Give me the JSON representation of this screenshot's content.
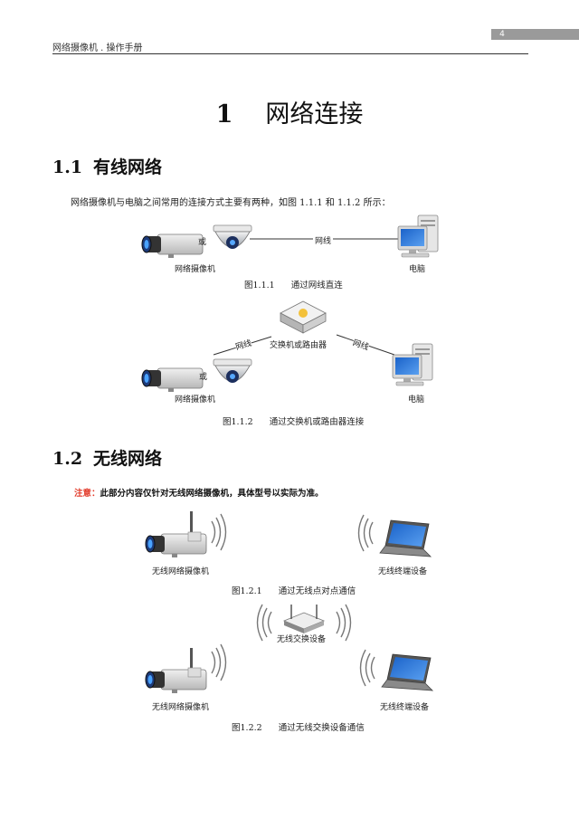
{
  "page_number": "4",
  "header_title": "网络摄像机 . 操作手册",
  "chapter": {
    "num": "1",
    "title": "网络连接"
  },
  "section_1": {
    "num": "1.1",
    "title": "有线网络"
  },
  "intro_text": "网络摄像机与电脑之间常用的连接方式主要有两种，如图 1.1.1 和 1.1.2 所示：",
  "fig111": {
    "or": "或",
    "cable": "网线",
    "camera": "网络摄像机",
    "pc": "电脑",
    "caption_num": "图1.1.1",
    "caption_text": "通过网线直连"
  },
  "fig112": {
    "switch": "交换机或路由器",
    "cable_left": "网线",
    "cable_right": "网线",
    "or": "或",
    "camera": "网络摄像机",
    "pc": "电脑",
    "caption_num": "图1.1.2",
    "caption_text": "通过交换机或路由器连接"
  },
  "section_2": {
    "num": "1.2",
    "title": "无线网络"
  },
  "note": {
    "label": "注意：",
    "text": "此部分内容仅针对无线网络摄像机，具体型号以实际为准。"
  },
  "fig121": {
    "camera": "无线网络摄像机",
    "terminal": "无线终端设备",
    "caption_num": "图1.2.1",
    "caption_text": "通过无线点对点通信"
  },
  "fig122": {
    "switch": "无线交换设备",
    "camera": "无线网络摄像机",
    "terminal": "无线终端设备",
    "caption_num": "图1.2.2",
    "caption_text": "通过无线交换设备通信"
  }
}
